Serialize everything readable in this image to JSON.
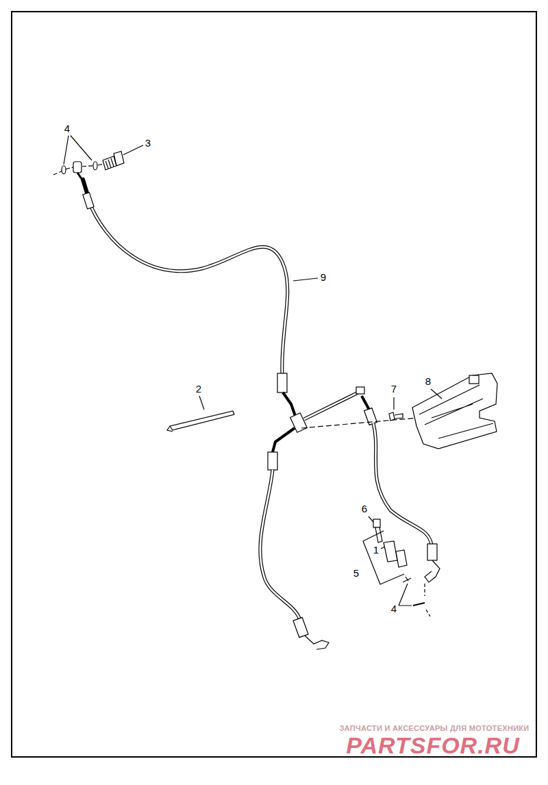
{
  "diagram": {
    "labels": [
      "4",
      "3",
      "9",
      "2",
      "7",
      "8",
      "6",
      "1",
      "5",
      "4",
      "ЗАПЧАСТИ И АКСЕССУАРЫ ДЛЯ МОТОТЕХНИКИ",
      "PARTSFOR.RU"
    ]
  }
}
